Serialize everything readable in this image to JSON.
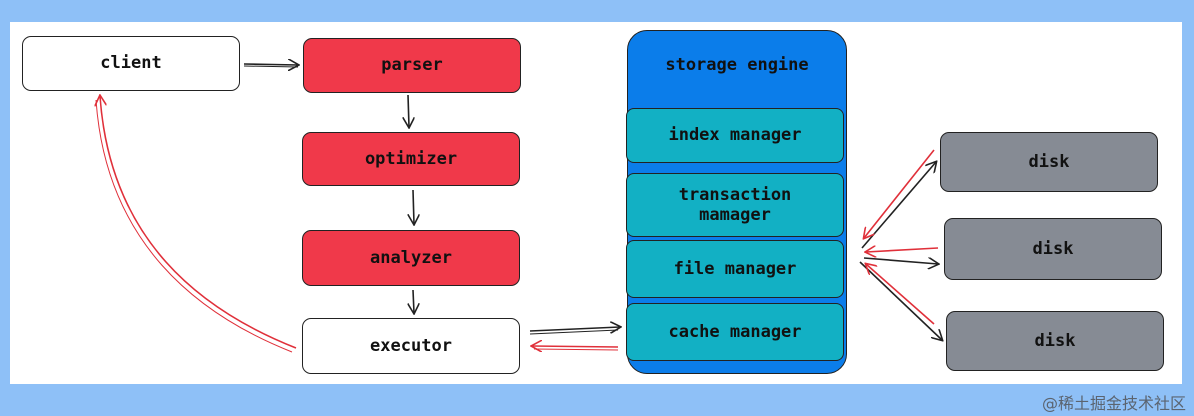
{
  "nodes": {
    "client": "client",
    "parser": "parser",
    "optimizer": "optimizer",
    "analyzer": "analyzer",
    "executor": "executor"
  },
  "storage": {
    "title": "storage engine",
    "index_manager": "index manager",
    "transaction_manager_line1": "transaction",
    "transaction_manager_line2": "mamager",
    "file_manager": "file manager",
    "cache_manager": "cache manager"
  },
  "disks": [
    "disk",
    "disk",
    "disk"
  ],
  "colors": {
    "background": "#8ec0f7",
    "canvas": "#ffffff",
    "red_node": "#f0394a",
    "storage_engine": "#0b7dea",
    "storage_component": "#12b0c4",
    "disk": "#868b94",
    "black_arrow": "#222222",
    "red_arrow": "#e0303a"
  },
  "watermark": "@稀土掘金技术社区"
}
